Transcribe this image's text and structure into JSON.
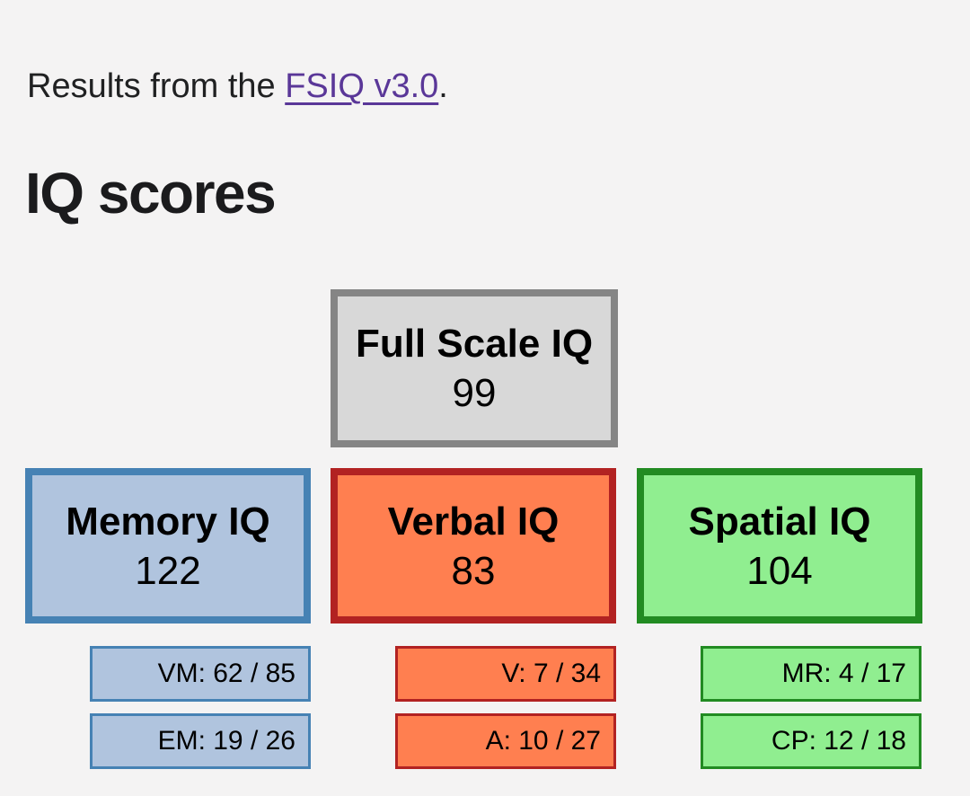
{
  "intro": {
    "prefix": "Results from the ",
    "link_text": "FSIQ v3.0",
    "suffix": "."
  },
  "heading": "IQ scores",
  "diagram": {
    "root": {
      "label": "Full Scale IQ",
      "score": "99",
      "fill": "#d8d8d8",
      "border": "#858585"
    },
    "domains": [
      {
        "label": "Memory IQ",
        "score": "122",
        "fill": "#b0c4de",
        "border": "#4682b4",
        "subtests": [
          "VM: 62 / 85",
          "EM: 19 / 26"
        ]
      },
      {
        "label": "Verbal IQ",
        "score": "83",
        "fill": "#ff7f50",
        "border": "#b22222",
        "subtests": [
          "V: 7 / 34",
          "A: 10 / 27"
        ]
      },
      {
        "label": "Spatial IQ",
        "score": "104",
        "fill": "#90ee90",
        "border": "#228b22",
        "subtests": [
          "MR: 4 / 17",
          "CP: 12 / 18"
        ]
      }
    ]
  },
  "colors": {
    "background": "#f4f3f3",
    "link": "#5a3798",
    "text": "#202122"
  }
}
